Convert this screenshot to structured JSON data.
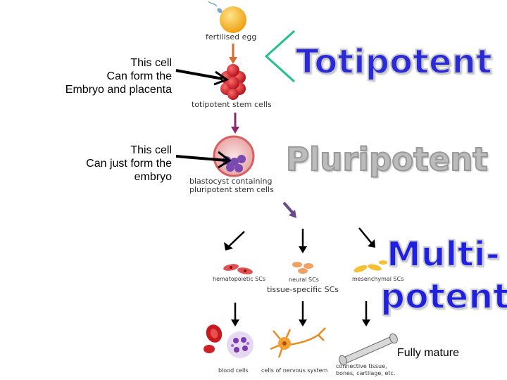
{
  "left_notes": {
    "totipotent_note": [
      "This cell",
      "Can form the",
      "Embryo and placenta"
    ],
    "pluripotent_note": [
      "This cell",
      "Can just form the",
      "embryo"
    ]
  },
  "flow_labels": {
    "fertilised_egg": "fertilised egg",
    "totipotent_stem_cells": "totipotent stem cells",
    "blastocyst": [
      "blastocyst containing",
      "pluripotent stem cells"
    ],
    "hematopoietic": "hematopoietic SCs",
    "neural": "neural SCs",
    "mesenchymal": "mesenchymal SCs",
    "tissue_specific": "tissue-specific SCs",
    "blood_cells": "blood cells",
    "nervous_system": "cells of nervous system",
    "connective": [
      "connective tissue,",
      "bones, cartilage, etc."
    ]
  },
  "headings": {
    "totipotent": "Totipotent",
    "pluripotent": "Pluripotent",
    "multi": "Multi-",
    "potent": "potent"
  },
  "fully_mature": "Fully mature",
  "colors": {
    "totipotent_text": "#2a2ad8",
    "pluripotent_text": "#bcbcbc",
    "multipotent_text": "#2020e0",
    "bracket": "#22c28a",
    "egg": "#f4b41a",
    "cell_red": "#d8222a"
  }
}
